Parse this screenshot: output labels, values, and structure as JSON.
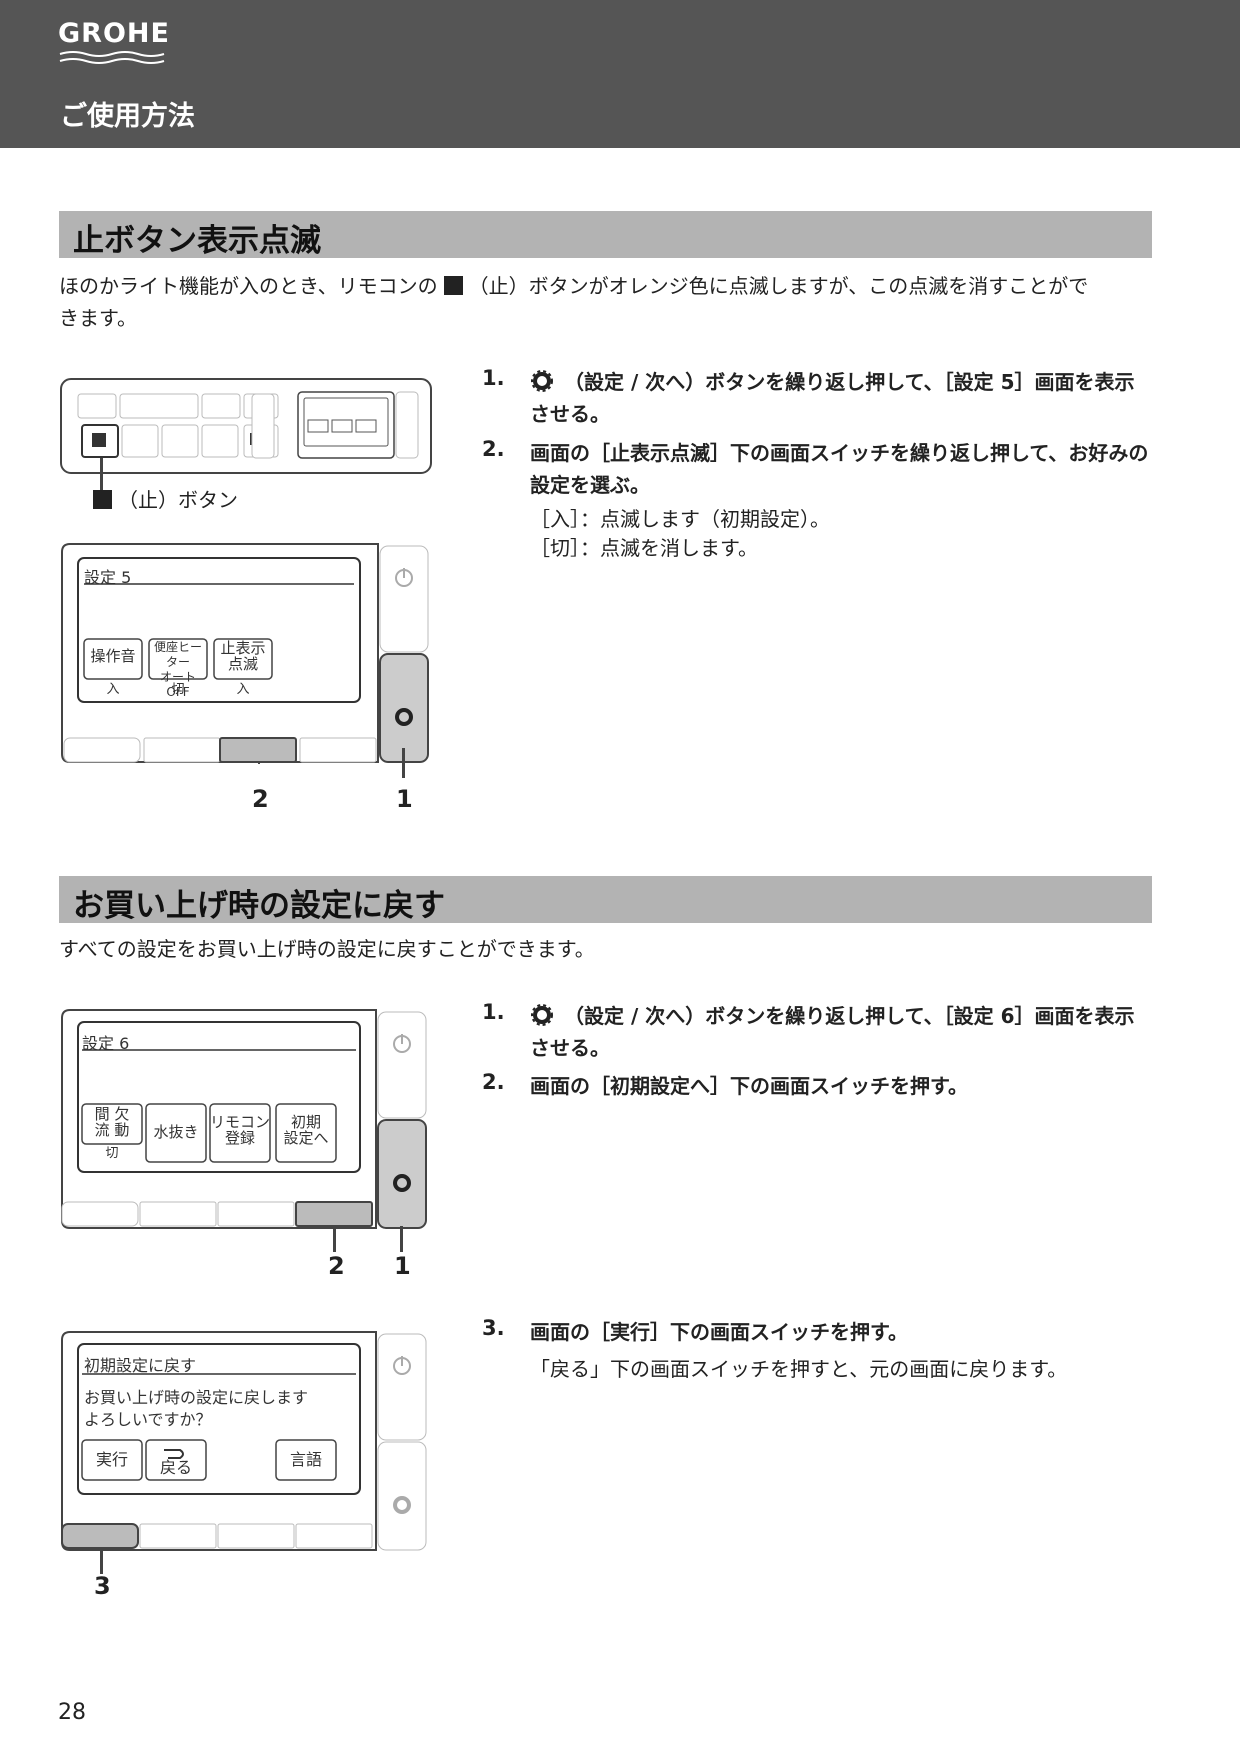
{
  "header": {
    "brand": "GROHE",
    "title": "ご使用方法"
  },
  "section1": {
    "title": "止ボタン表示点滅",
    "intro_a": "ほのかライト機能が入のとき、リモコンの",
    "intro_b": "（止）ボタンがオレンジ色に点滅しますが、この点滅を消すことがで",
    "intro_c": "きます。",
    "stop_button_label": "（止）ボタン",
    "screen": {
      "title": "設定 5",
      "buttons": [
        {
          "label1": "操作音",
          "label2": "",
          "value": "入"
        },
        {
          "label1": "便座ヒーター",
          "label2": "オートOFF",
          "value": "切"
        },
        {
          "label1": "止表示",
          "label2": "点滅",
          "value": "入"
        }
      ]
    },
    "callout_2": "2",
    "callout_1": "1",
    "steps": [
      {
        "num": "1.",
        "text": "（設定 / 次へ）ボタンを繰り返し押して、［設定 5］画面を表示させる。"
      },
      {
        "num": "2.",
        "text": "画面の［止表示点滅］下の画面スイッチを繰り返し押して、お好みの設定を選ぶ。"
      }
    ],
    "options": [
      "［入］：点滅します（初期設定）。",
      "［切］：点滅を消します。"
    ]
  },
  "section2": {
    "title": "お買い上げ時の設定に戻す",
    "intro": "すべての設定をお買い上げ時の設定に戻すことができます。",
    "screen": {
      "title": "設定 6",
      "buttons": [
        {
          "label1": "間 欠",
          "label2": "流 動",
          "value": "切"
        },
        {
          "label1": "水抜き",
          "label2": "",
          "value": ""
        },
        {
          "label1": "リモコン",
          "label2": "登録",
          "value": ""
        },
        {
          "label1": "初期",
          "label2": "設定へ",
          "value": ""
        }
      ]
    },
    "callout_2": "2",
    "callout_1": "1",
    "steps": [
      {
        "num": "1.",
        "text": "（設定 / 次へ）ボタンを繰り返し押して、［設定 6］画面を表示させる。"
      },
      {
        "num": "2.",
        "text": "画面の［初期設定へ］下の画面スイッチを押す。"
      }
    ],
    "screen2": {
      "title": "初期設定に戻す",
      "message1": "お買い上げ時の設定に戻します",
      "message2": "よろしいですか？",
      "btn_run": "実行",
      "btn_back": "戻る",
      "btn_lang": "言語"
    },
    "callout_3": "3",
    "step3": {
      "num": "3.",
      "text": "画面の［実行］下の画面スイッチを押す。"
    },
    "step3_note": "「戻る」下の画面スイッチを押すと、元の画面に戻ります。"
  },
  "page_number": "28"
}
